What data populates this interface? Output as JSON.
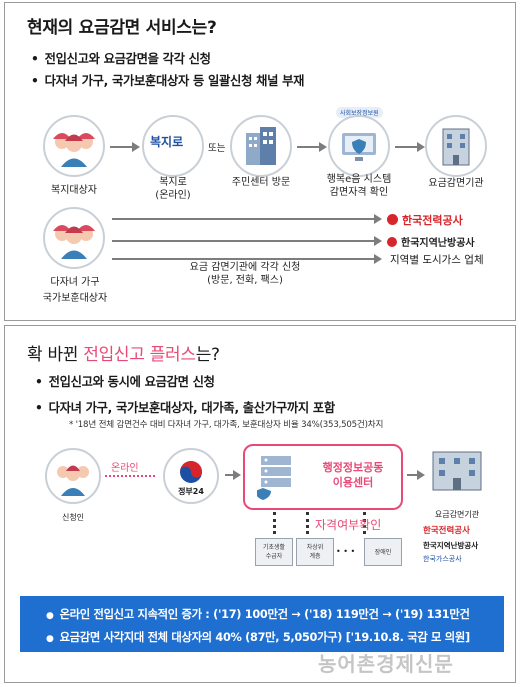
{
  "top": {
    "title": "현재의 요금감면 서비스는?",
    "bullets": [
      "전입신고와 요금감면을 각각 신청",
      "다자녀 가구, 국가보훈대상자 등 일괄신청 채널 부재"
    ],
    "flow": {
      "welfare_person": "복지대상자",
      "bokjiro_logo": "복지로",
      "bokjiro_caption": "복지로\n(온라인)",
      "or_text": "또는",
      "center_caption": "주민센터 방문",
      "system_badge": "사회보장정보원",
      "system_caption": "행복e음 시스템\n감면자격 확인",
      "agency_caption": "요금감면기관"
    },
    "multi_caption": "다자녀 가구\n국가보훈대상자",
    "agencies": [
      "한국전력공사",
      "한국지역난방공사",
      "지역별 도시가스 업체"
    ],
    "each_apply": "요금 감면기관에 각각 신청\n(방문, 전화, 팩스)"
  },
  "bottom": {
    "title_prefix": "확 바뀐 ",
    "title_highlight": "전입신고 플러스",
    "title_suffix": "는?",
    "bullets": [
      "전입신고와 동시에 요금감면 신청",
      "다자녀 가구, 국가보훈대상자, 대가족, 출산가구까지 포함"
    ],
    "note": "* '18년 전체 감면건수 대비 다자녀 가구, 대가족, 보훈대상자 비율 34%(353,505건)차지",
    "flow": {
      "applicant": "신청인",
      "online_label": "온라인",
      "gov24": "정부24",
      "center_label": "행정정보공동\n이용센터",
      "qualify_label": "자격여부확인",
      "agency_caption": "요금감면기관",
      "agency_logo1": "한국전력공사",
      "agency_logo2": "한국지역난방공사",
      "agency_logo3": "한국가스공사",
      "boxes": [
        "기초생활\n수급자",
        "차상위\n계층",
        "장애인"
      ],
      "ellipsis": "• • •"
    },
    "summary": [
      "온라인 전입신고 지속적인 증가 : ('17) 100만건 → ('18) 119만건 → ('19) 131만건",
      "요금감면 사각지대 전체 대상자의 40% (87만, 5,050가구) ['19.10.8. 국감 모 의원]"
    ]
  },
  "watermark": "농어촌경제신문",
  "colors": {
    "accent_pink": "#e84a78",
    "blue_box": "#1f6fd0",
    "kepco_red": "#d6262b",
    "gov_blue": "#1d4fa3"
  },
  "icons": [
    "person-group-icon",
    "bokjiro-logo",
    "building-icon",
    "shield-computer-icon",
    "office-building-icon",
    "kepco-logo",
    "district-heating-logo",
    "taegeuk-icon",
    "server-icon",
    "lock-icon"
  ]
}
